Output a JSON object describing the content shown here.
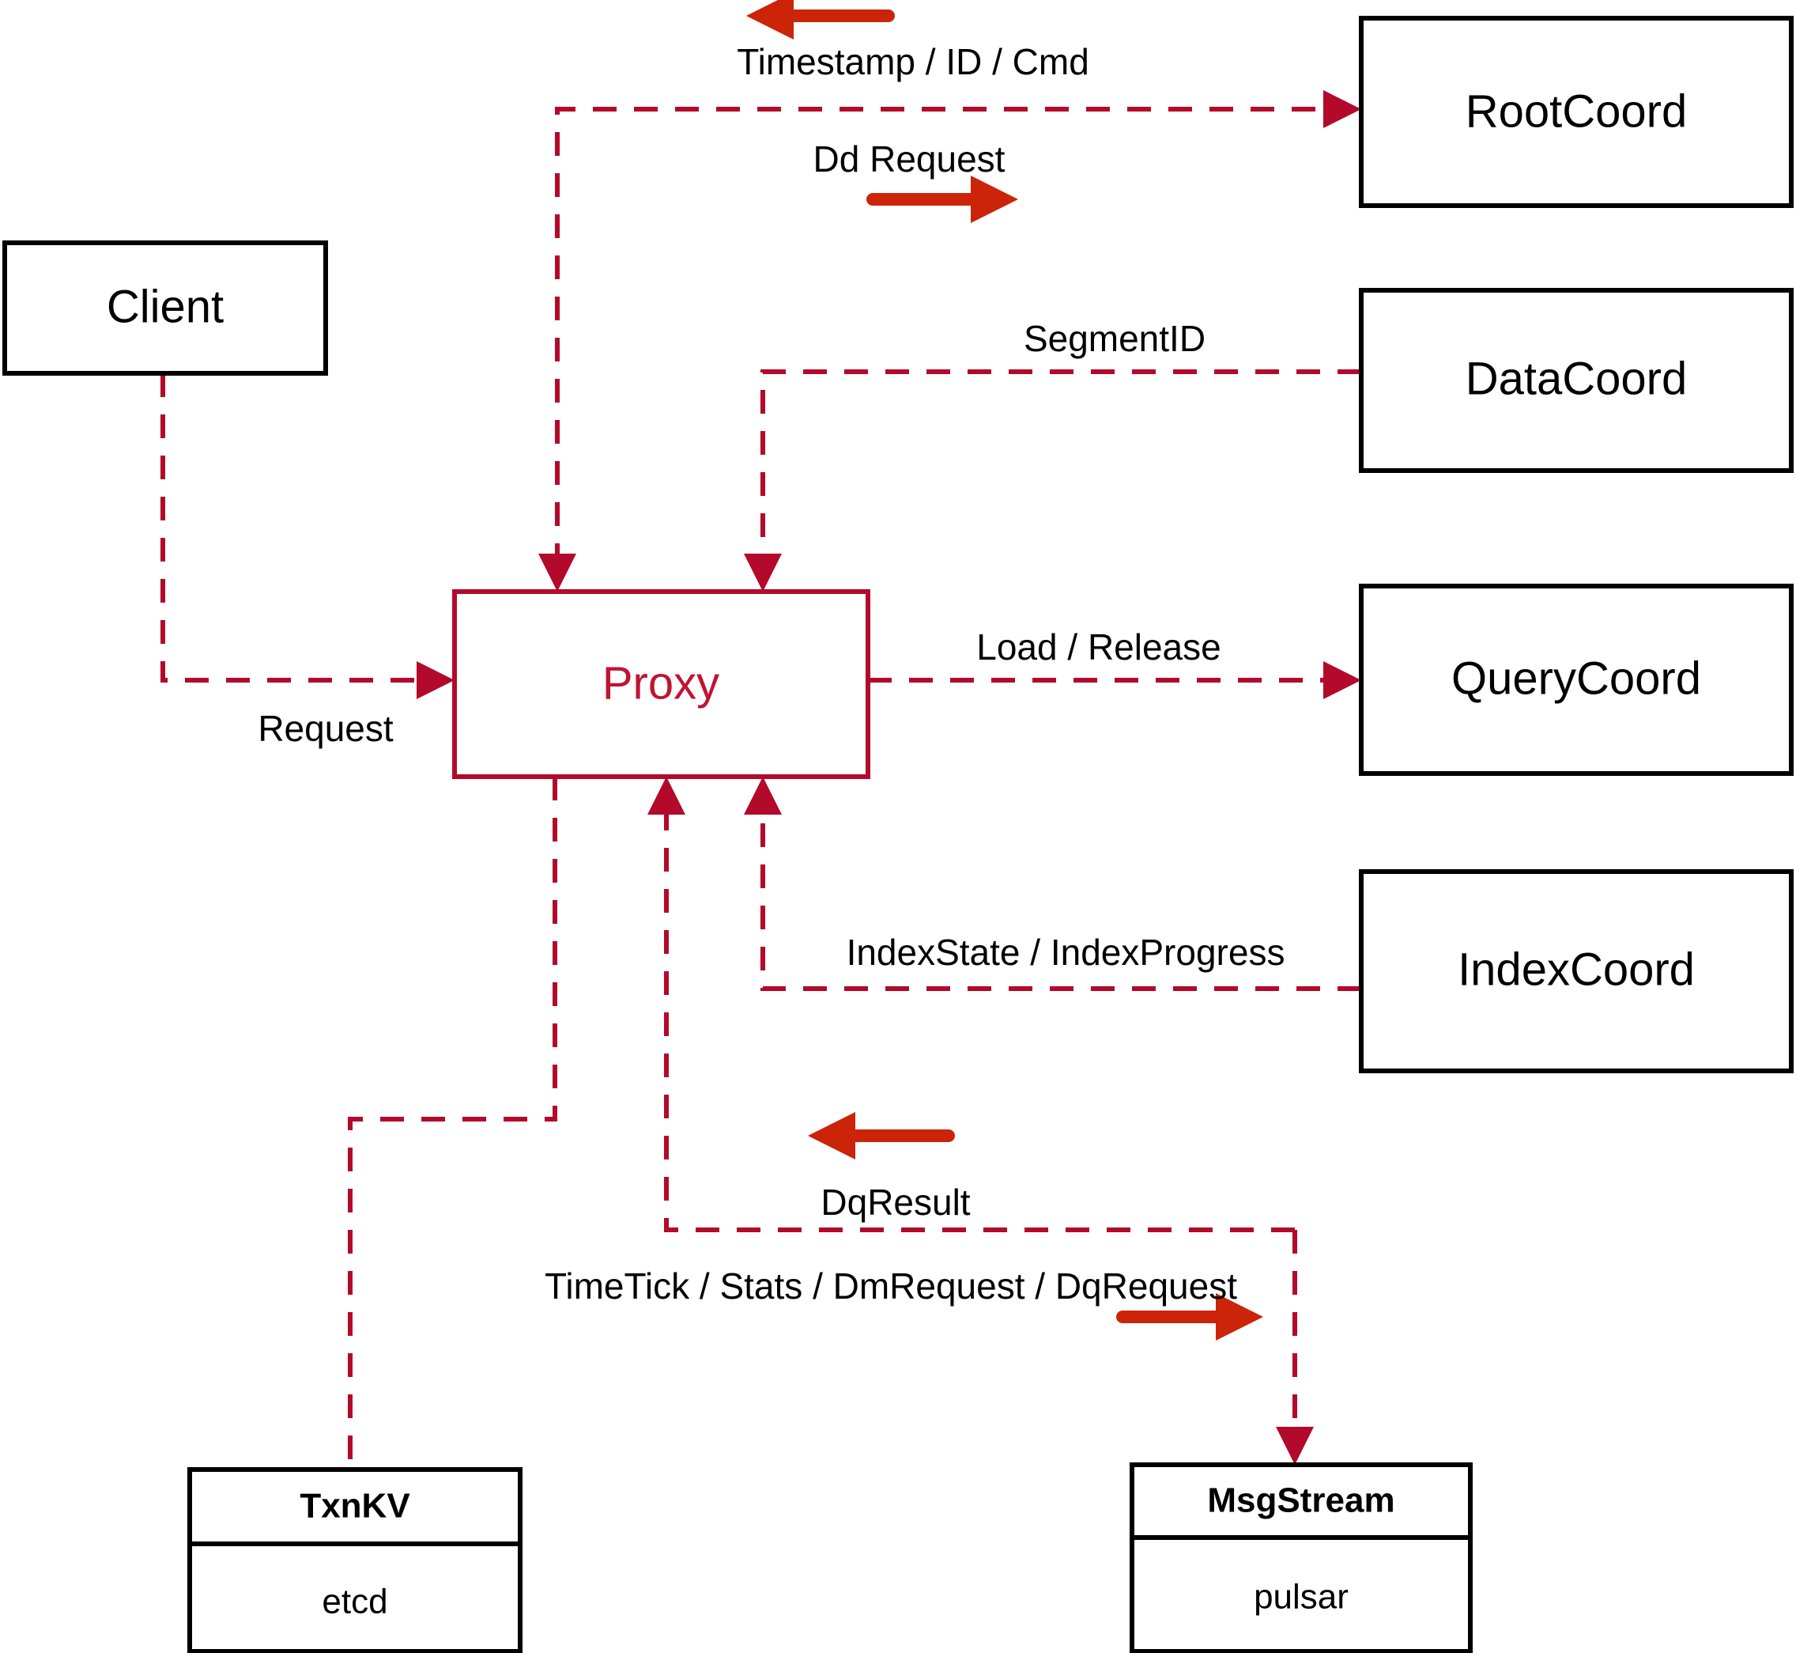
{
  "diagram": {
    "title": "Proxy component interaction diagram",
    "colors": {
      "accent_dashed": "#B3092B",
      "accent_solid_arrow": "#CB2409",
      "node_stroke": "#000000",
      "proxy_stroke": "#B3092B",
      "proxy_text": "#C01432",
      "background": "#FFFFFF"
    }
  },
  "nodes": {
    "client": {
      "label": "Client"
    },
    "proxy": {
      "label": "Proxy"
    },
    "root_coord": {
      "label": "RootCoord"
    },
    "data_coord": {
      "label": "DataCoord"
    },
    "query_coord": {
      "label": "QueryCoord"
    },
    "index_coord": {
      "label": "IndexCoord"
    },
    "txnkv": {
      "title": "TxnKV",
      "impl": "etcd"
    },
    "msgstream": {
      "title": "MsgStream",
      "impl": "pulsar"
    }
  },
  "edges": [
    {
      "id": "client-to-proxy",
      "label": "Request",
      "from": "client",
      "to": "proxy",
      "direction": "right"
    },
    {
      "id": "proxy-to-rootcoord",
      "label": "Dd Request",
      "from": "proxy",
      "to": "root_coord",
      "direction": "right"
    },
    {
      "id": "rootcoord-to-proxy",
      "label": "Timestamp / ID / Cmd",
      "from": "root_coord",
      "to": "proxy",
      "direction": "left"
    },
    {
      "id": "datacoord-to-proxy",
      "label": "SegmentID",
      "from": "data_coord",
      "to": "proxy",
      "direction": "left"
    },
    {
      "id": "proxy-to-querycoord",
      "label": "Load / Release",
      "from": "proxy",
      "to": "query_coord",
      "direction": "right"
    },
    {
      "id": "indexcoord-to-proxy",
      "label": "IndexState / IndexProgress",
      "from": "index_coord",
      "to": "proxy",
      "direction": "left"
    },
    {
      "id": "msgstream-to-proxy",
      "label": "DqResult",
      "from": "msgstream",
      "to": "proxy",
      "direction": "left"
    },
    {
      "id": "proxy-to-msgstream",
      "label": "TimeTick / Stats / DmRequest / DqRequest",
      "from": "proxy",
      "to": "msgstream",
      "direction": "right"
    },
    {
      "id": "proxy-to-txnkv",
      "label": "",
      "from": "proxy",
      "to": "txnkv",
      "direction": "down"
    }
  ]
}
